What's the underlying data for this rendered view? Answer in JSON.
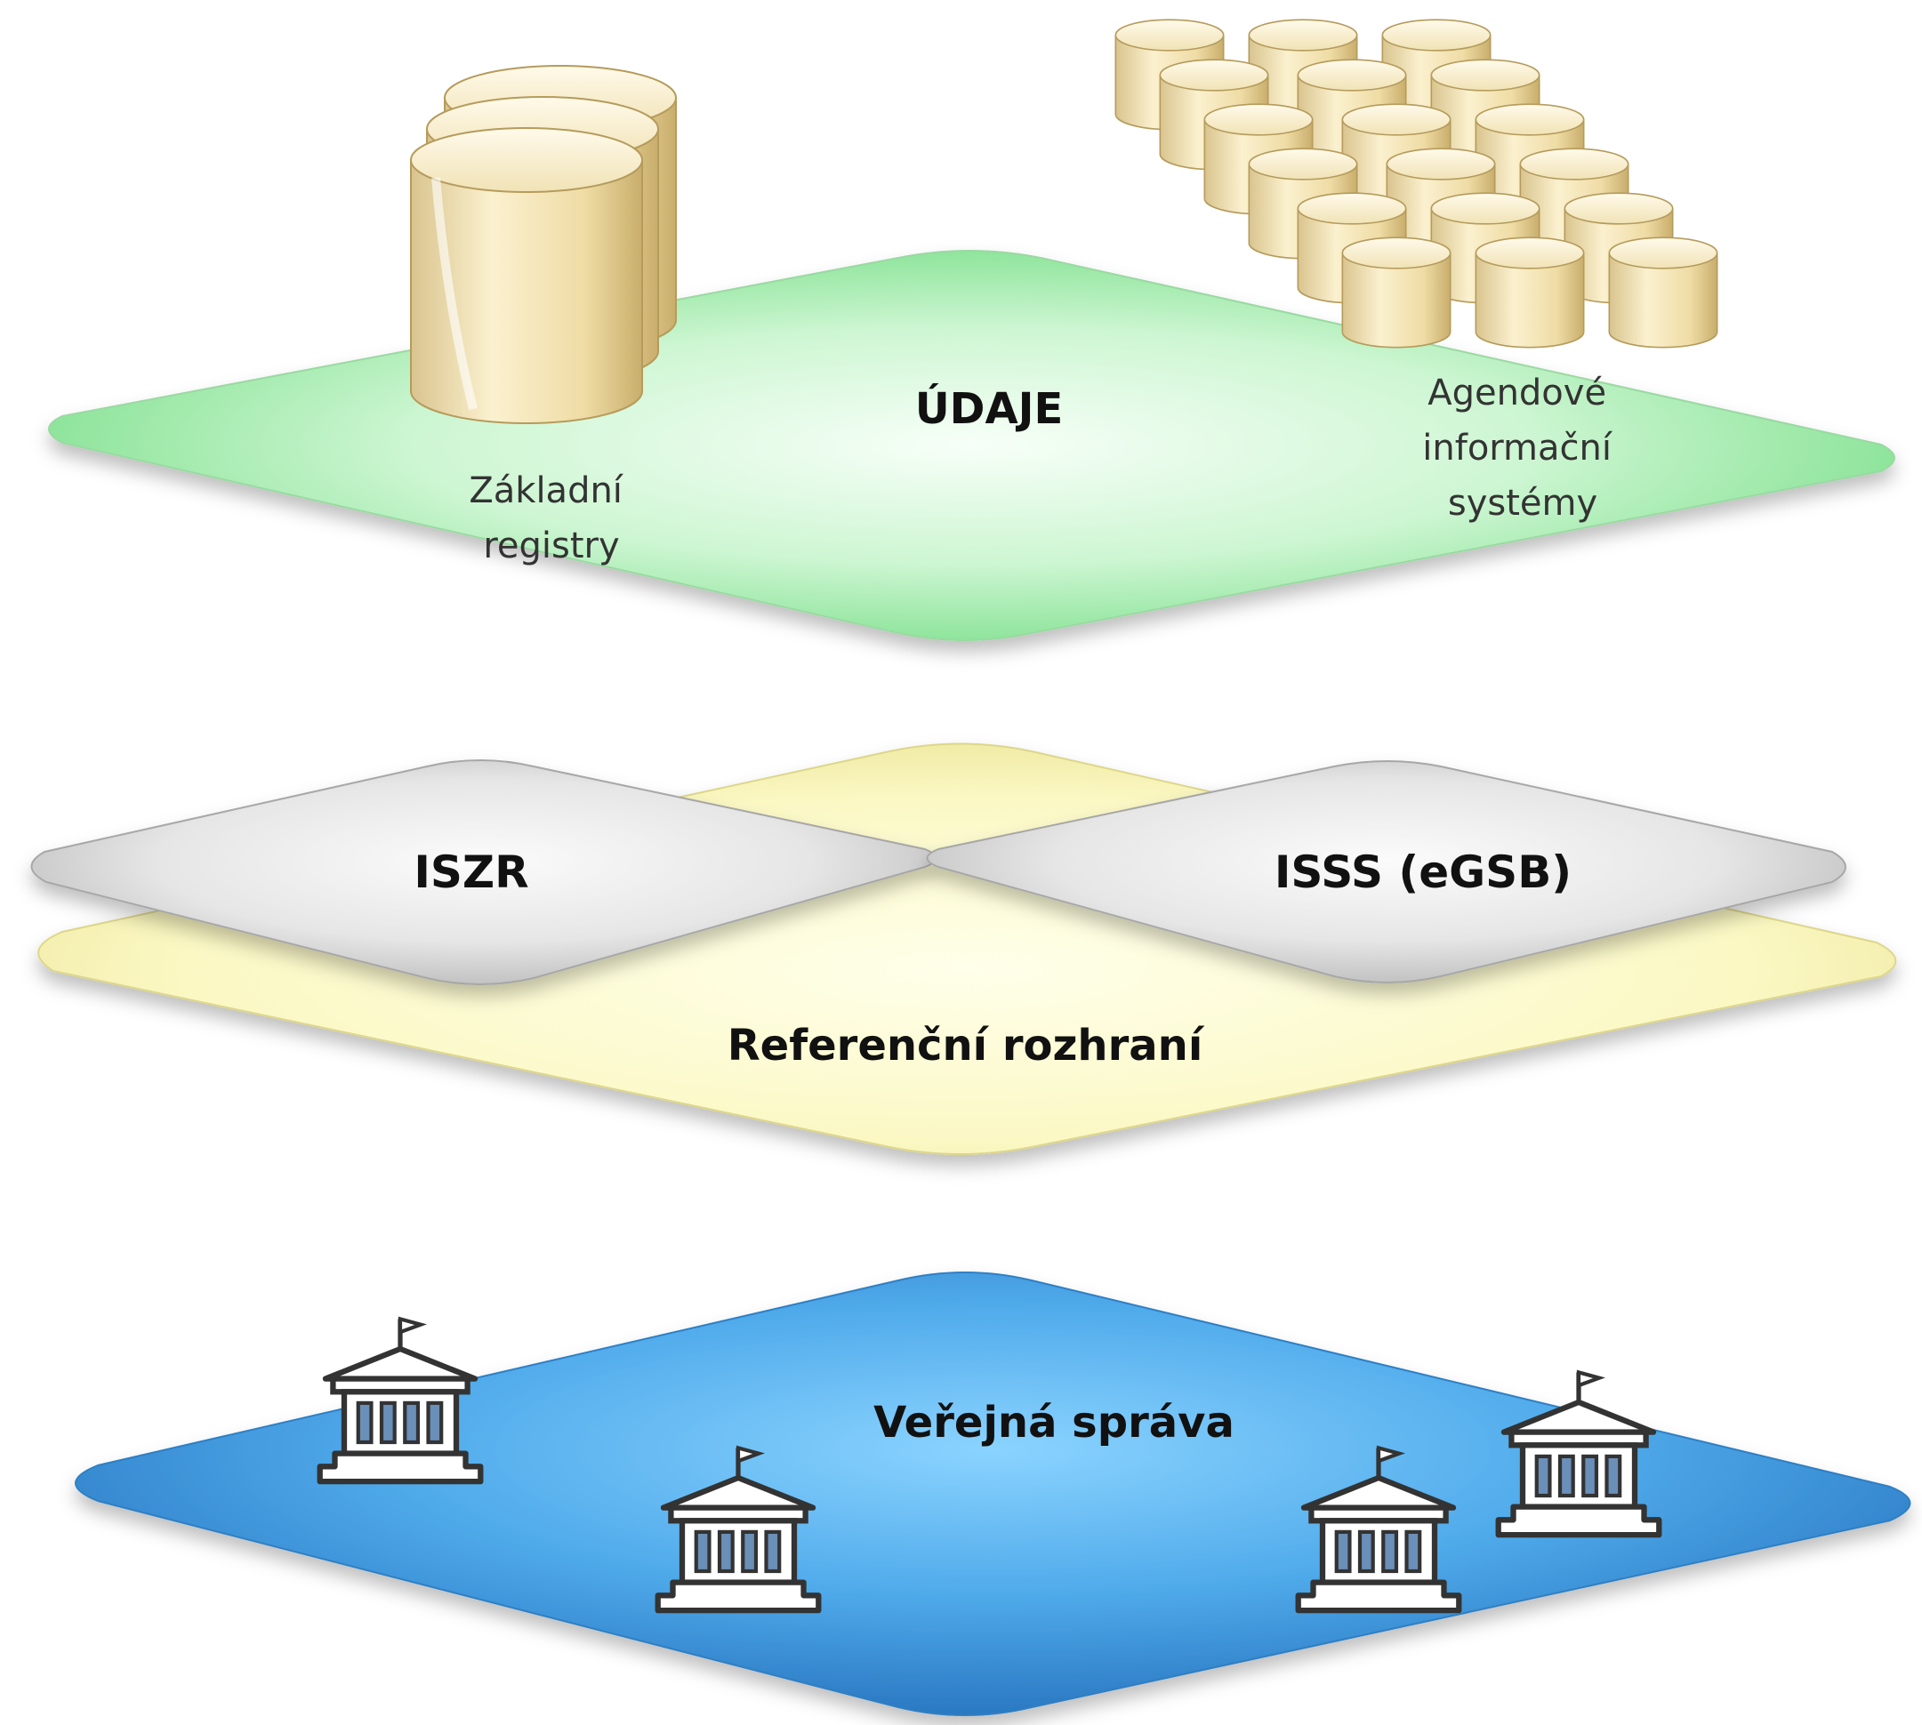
{
  "data_layer": {
    "title": "ÚDAJE",
    "basic_registers": [
      "Základní",
      "registry"
    ],
    "agenda_systems": [
      "Agendové",
      "informační",
      "systémy"
    ]
  },
  "interface_layer": {
    "iszr": "ISZR",
    "isss": "ISSS (eGSB)",
    "title": "Referenční rozhraní"
  },
  "public_layer": {
    "title": "Veřejná správa"
  },
  "colors": {
    "green": "#8fe89a",
    "yellow": "#f6f3b0",
    "grey": "#c9c9c9",
    "blue": "#4a9ee0"
  }
}
